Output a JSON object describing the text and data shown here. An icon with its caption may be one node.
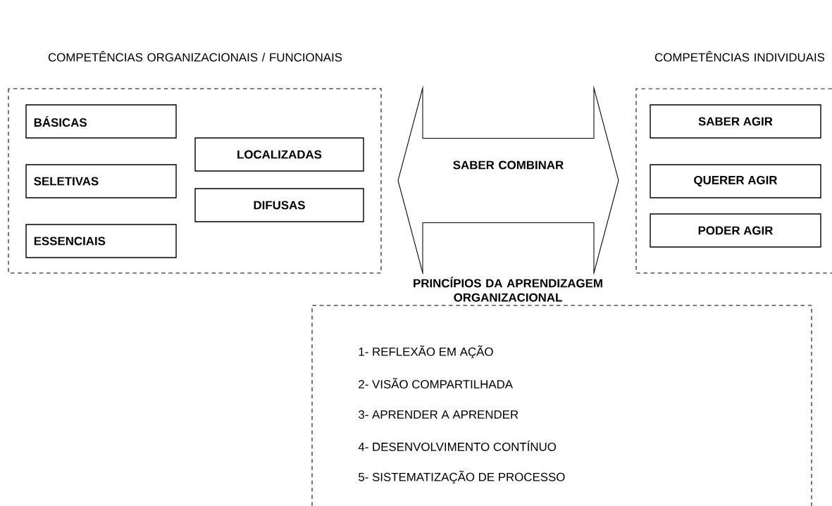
{
  "diagram": {
    "nodes": [
      {
        "text": [
          "COMPETÊNCIAS ORGANIZACIONAIS / FUNCIONAIS"
        ]
      },
      {
        "text": [
          "BÁSICAS"
        ],
        "in": 0
      },
      {
        "text": [
          "SELETIVAS"
        ],
        "in": 0
      },
      {
        "text": [
          "ESSENCIAIS"
        ],
        "in": 0
      },
      {
        "text": [
          "LOCALIZADAS"
        ],
        "in": 0
      },
      {
        "text": [
          "DIFUSAS"
        ],
        "in": 0
      },
      {
        "text": [
          "SABER COMBINAR"
        ]
      },
      {
        "text": [
          "COMPETÊNCIAS INDIVIDUAIS"
        ]
      },
      {
        "text": [
          "SABER AGIR"
        ],
        "in": 7
      },
      {
        "text": [
          "QUERER AGIR"
        ],
        "in": 7
      },
      {
        "text": [
          "PODER AGIR"
        ],
        "in": 7
      },
      {
        "text": [
          "PRINCÍPIOS DA APRENDIZAGEM ORGANIZACIONAL",
          "1- REFLEXÃO EM AÇÃO",
          "2- VISÃO COMPARTILHADA",
          "3- APRENDER A APRENDER",
          "4- DESENVOLVIMENTO CONTÍNUO",
          "5- SISTEMATIZAÇÃO DE PROCESSO"
        ]
      }
    ]
  }
}
